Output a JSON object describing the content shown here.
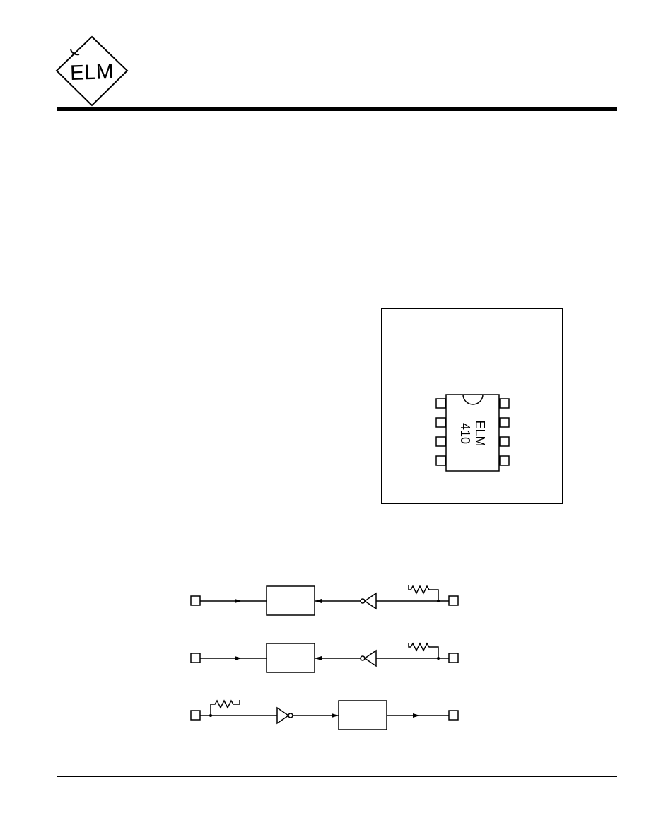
{
  "logo": {
    "text": "ELM",
    "icon": "elm-diamond-logo"
  },
  "pinout": {
    "package_top_line": "ELM",
    "package_bottom_line": "410",
    "pins_per_side": 4
  },
  "block_diagram": {
    "channels": [
      {
        "direction": "in",
        "has_pullup": true,
        "has_inverter": true
      },
      {
        "direction": "in",
        "has_pullup": true,
        "has_inverter": true
      },
      {
        "direction": "out",
        "has_pullup": true,
        "has_inverter": true
      }
    ]
  }
}
